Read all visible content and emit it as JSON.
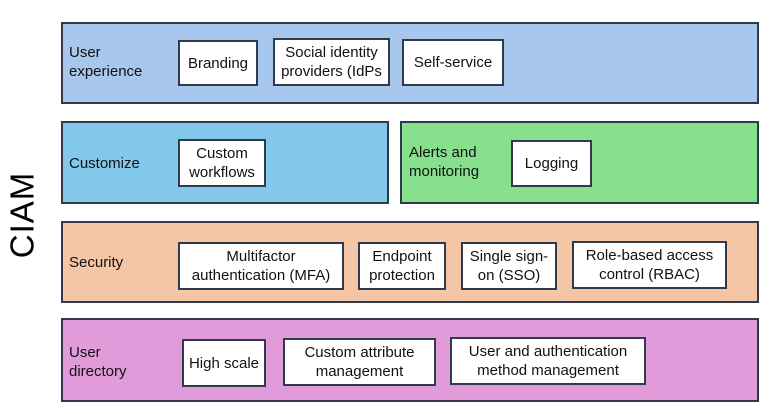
{
  "side_label": "CIAM",
  "colors": {
    "blue_band": "#a7c8ec",
    "cyan_band": "#82c9ec",
    "green_band": "#86e08c",
    "orange_band": "#f5c6a6",
    "pink_band": "#e19ada",
    "border": "#2f3b4c"
  },
  "rows": {
    "user_experience": {
      "title": "User experience",
      "items": [
        "Branding",
        "Social identity providers (IdPs",
        "Self-service"
      ]
    },
    "customize": {
      "title": "Customize",
      "items": [
        "Custom workflows"
      ]
    },
    "alerts": {
      "title": "Alerts and monitoring",
      "items": [
        "Logging"
      ]
    },
    "security": {
      "title": "Security",
      "items": [
        "Multifactor authentication (MFA)",
        "Endpoint protection",
        "Single sign-on (SSO)",
        "Role-based access control (RBAC)"
      ]
    },
    "user_directory": {
      "title": "User directory",
      "items": [
        "High scale",
        "Custom attribute management",
        "User and authentication method management"
      ]
    }
  }
}
